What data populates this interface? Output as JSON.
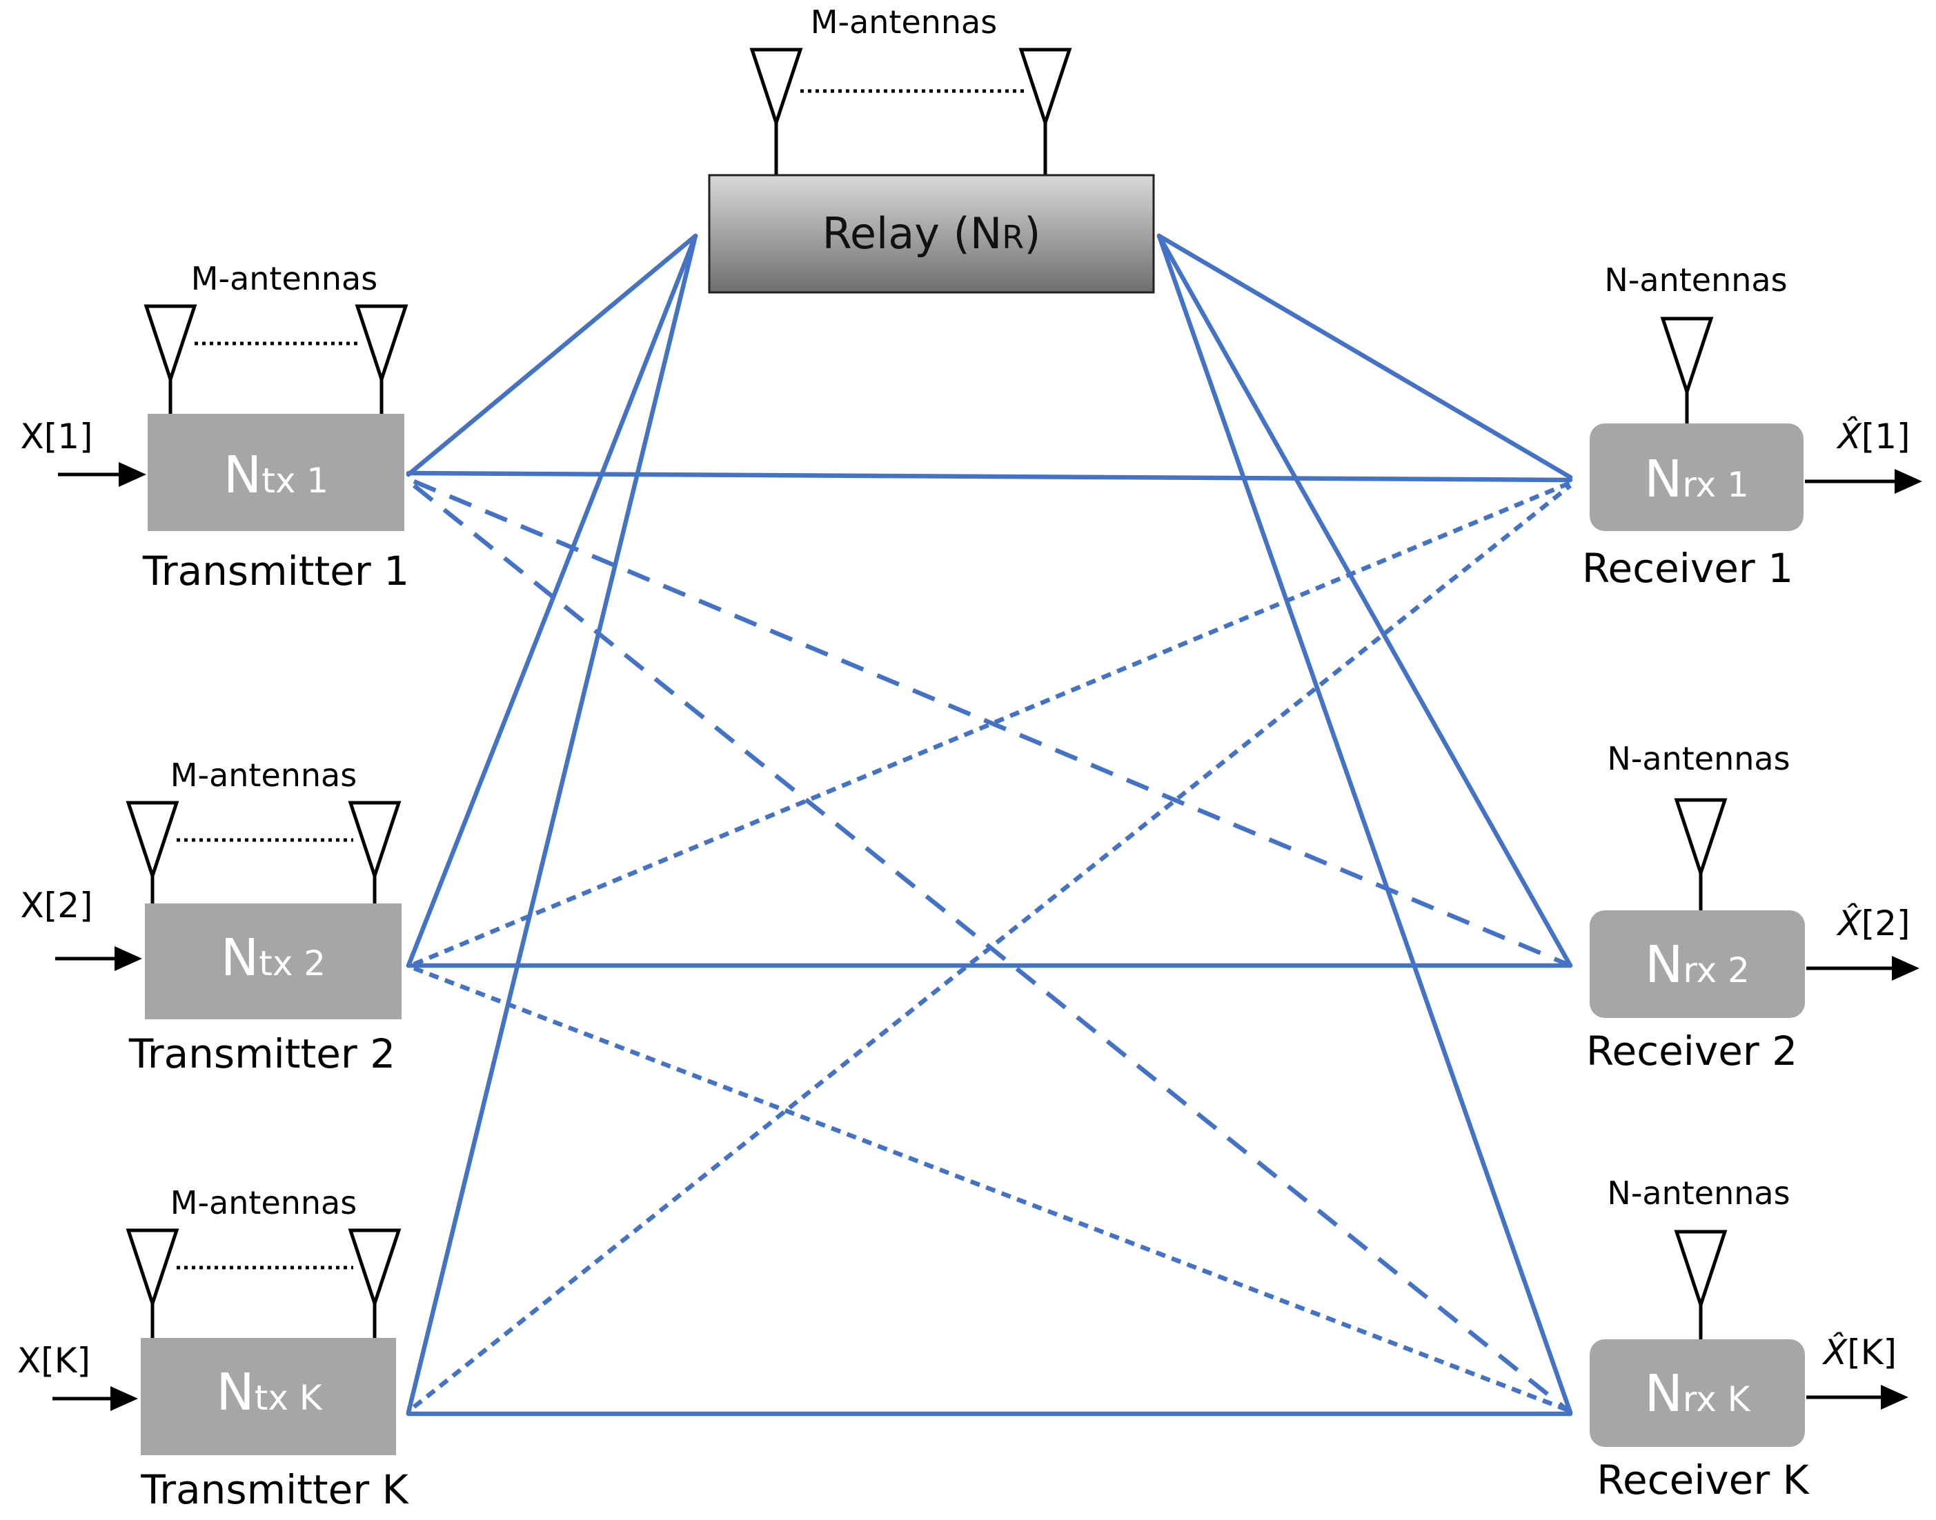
{
  "colors": {
    "link": "#4472C4",
    "tx_box": "#a6a6a6",
    "rx_box": "#a6a6a6",
    "relay_top": "#d9d9d9",
    "relay_bottom": "#6e6e6e"
  },
  "relay": {
    "label": "Relay (N",
    "label_sub": "R",
    "label_close": ")",
    "antennas_label": "M-antennas"
  },
  "transmitters": [
    {
      "name": "Transmitter 1",
      "box_main": "N",
      "box_sub": "tx 1",
      "antennas_label": "M-antennas",
      "input": "X[1]"
    },
    {
      "name": "Transmitter 2",
      "box_main": "N",
      "box_sub": "tx 2",
      "antennas_label": "M-antennas",
      "input": "X[2]"
    },
    {
      "name": "Transmitter K",
      "box_main": "N",
      "box_sub": "tx K",
      "antennas_label": "M-antennas",
      "input": "X[K]"
    }
  ],
  "receivers": [
    {
      "name": "Receiver 1",
      "box_main": "N",
      "box_sub": "rx 1",
      "antennas_label": "N-antennas",
      "output_symbol": "X̂",
      "output_index": "[1]"
    },
    {
      "name": "Receiver 2",
      "box_main": "N",
      "box_sub": "rx 2",
      "antennas_label": "N-antennas",
      "output_symbol": "X̂",
      "output_index": "[2]"
    },
    {
      "name": "Receiver K",
      "box_main": "N",
      "box_sub": "rx K",
      "antennas_label": "N-antennas",
      "output_symbol": "X̂",
      "output_index": "[K]"
    }
  ]
}
